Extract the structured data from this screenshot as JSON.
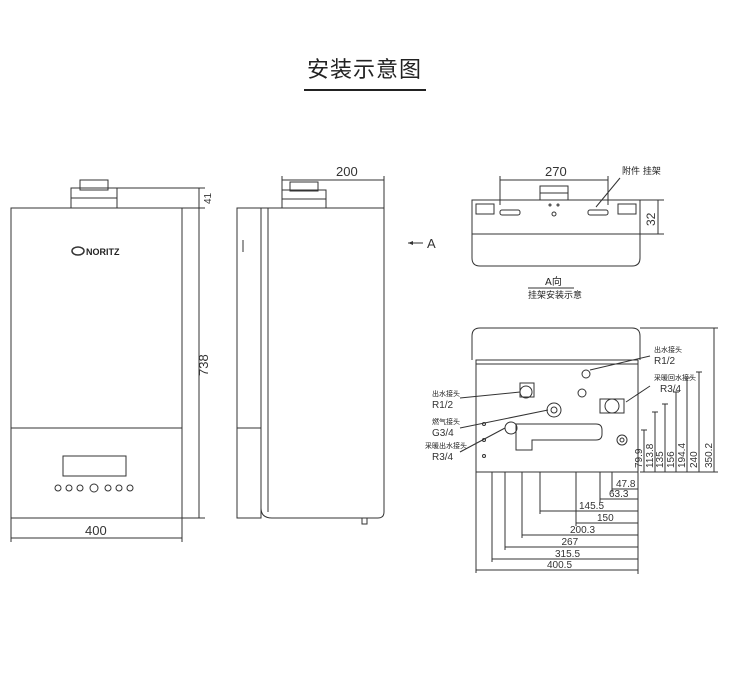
{
  "title": "安装示意图",
  "brand": "NORITZ",
  "front_view": {
    "height_dim": "738",
    "width_dim": "400",
    "flue_dim": "41"
  },
  "side_view": {
    "depth_dim": "200",
    "arrow_label": "A"
  },
  "top_view": {
    "width_dim": "270",
    "height_dim": "32",
    "parts_label": "附件 挂架",
    "caption_line1": "A向",
    "caption_line2": "挂架安装示意"
  },
  "bottom_view": {
    "labels": [
      {
        "name": "出水接头",
        "size": "R1/2"
      },
      {
        "name": "采暖回水接头",
        "size": "R3/4"
      },
      {
        "name": "出水接头",
        "size": "R1/2"
      },
      {
        "name": "燃气接头",
        "size": "G3/4"
      },
      {
        "name": "采暖出水接头",
        "size": "R3/4"
      }
    ],
    "vertical_dims": [
      "350.2",
      "240",
      "194.4",
      "156",
      "135",
      "113.8",
      "79.9"
    ],
    "horizontal_dims": [
      "47.8",
      "63.3",
      "145.5",
      "150",
      "200.3",
      "267",
      "315.5",
      "400.5"
    ]
  }
}
